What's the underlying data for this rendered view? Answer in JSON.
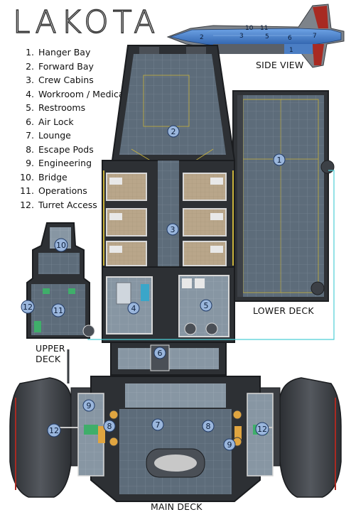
{
  "title": "LAKOTA",
  "legend": [
    {
      "num": "1.",
      "label": "Hanger Bay"
    },
    {
      "num": "2.",
      "label": "Forward Bay"
    },
    {
      "num": "3.",
      "label": "Crew Cabins"
    },
    {
      "num": "4.",
      "label": "Workroom / Medical"
    },
    {
      "num": "5.",
      "label": "Restrooms"
    },
    {
      "num": "6.",
      "label": "Air Lock"
    },
    {
      "num": "7.",
      "label": "Lounge"
    },
    {
      "num": "8.",
      "label": "Escape Pods"
    },
    {
      "num": "9.",
      "label": "Engineering"
    },
    {
      "num": "10.",
      "label": "Bridge"
    },
    {
      "num": "11.",
      "label": "Operations"
    },
    {
      "num": "12.",
      "label": "Turret Access"
    }
  ],
  "labels": {
    "side_view": "SIDE VIEW",
    "lower_deck": "LOWER DECK",
    "upper_deck_1": "UPPER",
    "upper_deck_2": "DECK",
    "main_deck": "MAIN DECK"
  },
  "markers": {
    "m1": "1",
    "m2": "2",
    "m3": "3",
    "m4": "4",
    "m5": "5",
    "m6": "6",
    "m7": "7",
    "m8a": "8",
    "m8b": "8",
    "m9a": "9",
    "m9b": "9",
    "m10": "10",
    "m11": "11",
    "m12a": "12",
    "m12b": "12",
    "m12c": "12"
  },
  "side_markers": {
    "s2": "2",
    "s3": "3",
    "s10": "10",
    "s11": "11",
    "s5": "5",
    "s6": "6",
    "s7": "7",
    "s1": "1"
  },
  "colors": {
    "hull_dark": "#3a3d42",
    "floor_grid": "#5a6a78",
    "floor_light": "#8d9aa6",
    "cyan_line": "#4ecfd6",
    "yellow_line": "#c9b23a",
    "ship_blue": "#3a79c9",
    "ship_red": "#a82a22",
    "marker_fill": "#9ab6dc"
  }
}
